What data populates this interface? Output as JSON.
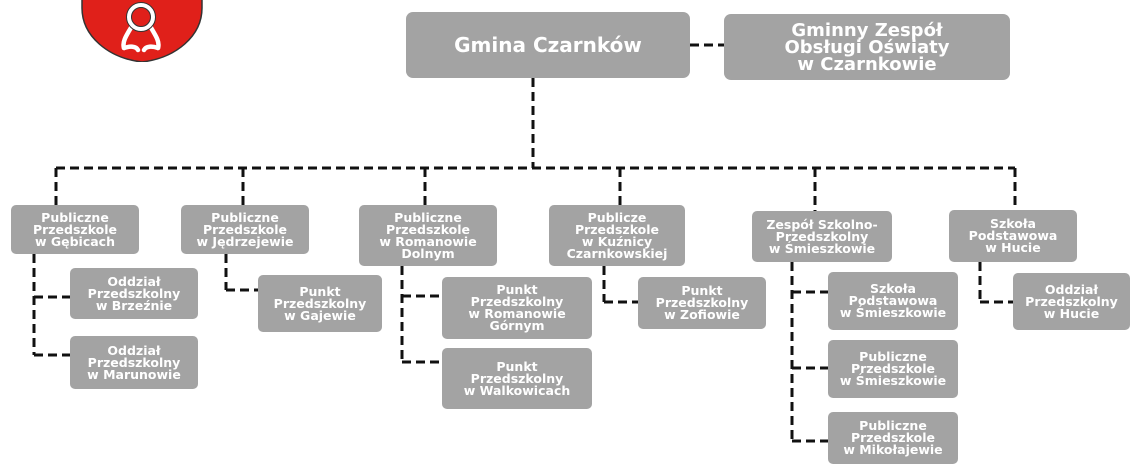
{
  "colors": {
    "box_fill": "#a3a3a3",
    "box_text": "#ffffff",
    "connector": "#111111",
    "crest_red": "#e0201a",
    "crest_white": "#ffffff"
  },
  "crest": {
    "icon": "coat-of-arms-icon"
  },
  "root": {
    "label": "Gmina Czarnków"
  },
  "support_unit": {
    "label": "Gminny Zespół\nObsługi Oświaty\nw Czarnkowie"
  },
  "units": [
    {
      "label": "Publiczne\nPrzedszkole\nw Gębicach",
      "children": [
        {
          "label": "Oddział\nPrzedszkolny\nw Brzeźnie"
        },
        {
          "label": "Oddział\nPrzedszkolny\nw Marunowie"
        }
      ]
    },
    {
      "label": "Publiczne\nPrzedszkole\nw Jędrzejewie",
      "children": [
        {
          "label": "Punkt\nPrzedszkolny\nw Gajewie"
        }
      ]
    },
    {
      "label": "Publiczne\nPrzedszkole\nw Romanowie\nDolnym",
      "children": [
        {
          "label": "Punkt\nPrzedszkolny\nw Romanowie\nGórnym"
        },
        {
          "label": "Punkt\nPrzedszkolny\nw Walkowicach"
        }
      ]
    },
    {
      "label": "Publicze\nPrzedszkole\nw Kuźnicy\nCzarnkowskiej",
      "children": [
        {
          "label": "Punkt\nPrzedszkolny\nw Zofiowie"
        }
      ]
    },
    {
      "label": "Zespół Szkolno-\nPrzedszkolny\nw Śmieszkowie",
      "children": [
        {
          "label": "Szkoła\nPodstawowa\nw Śmieszkowie"
        },
        {
          "label": "Publiczne\nPrzedszkole\nw Śmieszkowie"
        },
        {
          "label": "Publiczne\nPrzedszkole\nw Mikołajewie"
        }
      ]
    },
    {
      "label": "Szkoła\nPodstawowa\nw Hucie",
      "children": [
        {
          "label": "Oddział\nPrzedszkolny\nw Hucie"
        }
      ]
    }
  ]
}
